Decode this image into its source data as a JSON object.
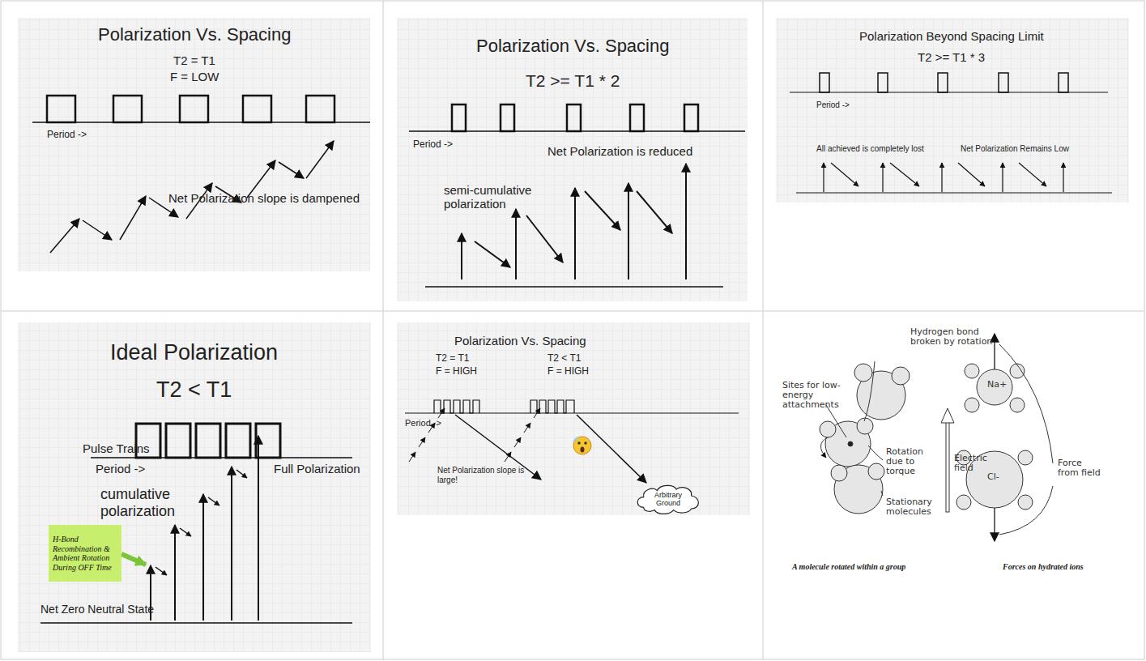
{
  "diagram": {
    "nodes": [
      {
        "text": [
          "H-Bond Recombination & Ambient Rotation During OFF Time"
        ]
      },
      {
        "text": [
          "Arbitrary Ground"
        ]
      }
    ],
    "labels": [
      "Polarization Vs. Spacing",
      "T2 = T1",
      "F = LOW",
      "Period ->",
      "Net Polarization slope is dampened",
      "Polarization Vs. Spacing",
      "T2 >= T1 * 2",
      "Period ->",
      "Net Polarization is reduced",
      "semi-cumulative polarization",
      "Polarization Beyond Spacing Limit",
      "T2 >= T1 * 3",
      "Period ->",
      "All achieved is completely lost",
      "Net Polarization Remains Low",
      "Ideal Polarization",
      "T2 < T1",
      "Pulse Trains",
      "Period ->",
      "Full Polarization",
      "cumulative polarization",
      "Net Zero Neutral State",
      "Polarization Vs. Spacing",
      "T2 = T1",
      "F = HIGH",
      "T2 < T1",
      "F = HIGH",
      "Period ->",
      "Net Polarization slope is large!",
      "Hydrogen bond broken by rotation",
      "Sites for low-energy attachments",
      "Rotation due to torque",
      "Stationary molecules",
      "A molecule rotated within a group",
      "Electric field",
      "Na+",
      "Cl-",
      "Force from field",
      "Forces on hydrated ions"
    ]
  }
}
